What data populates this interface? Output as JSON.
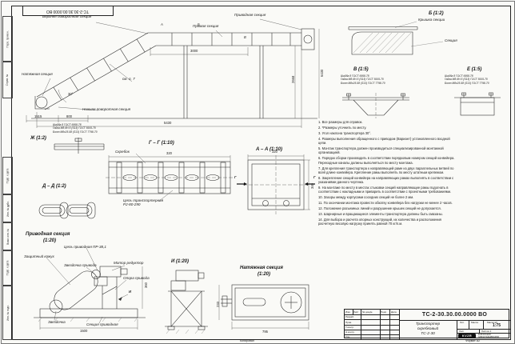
{
  "sheet": {
    "stamp": "ТС-2-30.30.00.0000 ВО",
    "copy_label": "Копировал",
    "format_label": "Формат А2"
  },
  "margin": {
    "perv_primen": "Перв. примен.",
    "sprav_no": "Справ. №",
    "podp_data1": "Подп. и дата",
    "inv_dubl": "Инв. № дубл.",
    "vzam_inv": "Взам. инв. №",
    "podp_data2": "Подп. и дата",
    "inv_podl": "Инв. № подл."
  },
  "main_view": {
    "labels": {
      "upper_turn": "Верхняя поворотная секция",
      "drive": "Приводная секция",
      "straight": "Прямая секция",
      "tension": "Натяжная секция",
      "lower_turn": "Нижняя поворотная секция",
      "see_note": "см. п. 7"
    },
    "markers": {
      "a": "А",
      "b": "Б",
      "v": "В"
    },
    "dims": {
      "top_run": "3000",
      "right_height": "2668",
      "total_height": "6430",
      "total_length": "5430",
      "tail": "1515",
      "tail2": "800",
      "angle": "30°"
    }
  },
  "fastener_spec": {
    "washer": "Шайба 8 ГОСТ 6958-78",
    "nut": "Гайка М8-6Н.5 (S13) ГОСТ 5915-70",
    "bolt": "Болт М8х25-58 (S13) ГОСТ 7798-70"
  },
  "details": {
    "b": {
      "title": "Б (1:2)",
      "cover_label": "Крышка секции",
      "section_label": "Секция"
    },
    "v": {
      "title": "В (1:5)"
    },
    "e": {
      "title": "Е (1:5)"
    },
    "zh": {
      "title": "Ж (1:2)"
    },
    "gg": {
      "title": "Г – Г (1:10)",
      "scraper_label": "Скребок",
      "chain_label_1": "Цепь транспортерная",
      "chain_label_2": "Р2-80-290",
      "dim_width": "320",
      "marker": "Г"
    },
    "aa": {
      "title": "А – А (1:10)",
      "dim_width": "320",
      "dim_height": "340",
      "marker": "Г"
    },
    "dd": {
      "title": "Д – Д (1:2)"
    }
  },
  "drive_view": {
    "title": "Приводная секция",
    "scale": "(1:20)",
    "labels": {
      "drive_chain": "Цепь приводная ПР-38,1",
      "guard": "Защитный кожух",
      "drive_sprocket": "Звездочка привода",
      "motor": "Мотор редуктор",
      "support": "Опора привода",
      "sprocket": "Звездочка",
      "section": "Секция приводная"
    },
    "dims": {
      "length": "1500",
      "height": "360"
    },
    "marker": "И"
  },
  "i_view": {
    "title": "И (1:20)"
  },
  "tension_view": {
    "title": "Натяжная секция",
    "scale": "(1:20)",
    "dims": {
      "length": "795",
      "height": "233"
    }
  },
  "notes": {
    "items": [
      "1. Все размеры для справок.",
      "2. *Размеры уточнить по месту.",
      "3. Угол наклона транспортера 30°.",
      "4. Размеры выполнения обращенного с приводом (Вариант) установленного входной цепи.",
      "5. Монтаж транспортера должен производиться специализированной монтажной организацией.",
      "6. Порядок сборки производить в соответствии порядковым номером секций конвейера. Переходные каналы должны выполняться по месту монтажа.",
      "7. Для крепления транспортера к направляющей раме из двух параллельных ветвей по всей длине конвейера. Крепление рамы выполнять по месту штатным крепежом.",
      "8. Закрепление секций конвейера на направляющих рамах выполнять в соответствии с указаниями данного чертежа.",
      "9. На монтаже по месту в местах стыковки секций направляющие рамы подогнать в соответствии с накладными и приварить в соответствии с проектными требованиями.",
      "10. Зазоры между корпусами соседних секций не более 2 мм.",
      "11. По окончании монтажа провести обкатку конвейера без нагрузки не менее 2 часов.",
      "12. Положение разъемных линий и разрушение крышек секций не допускается.",
      "13. Шарнирные и вращающиеся элементы транспортера должны быть смазаны.",
      "14. Для выбора и расчета опорных конструкций, их количества и расположения расчетную весовую нагрузку принять равной 70 кг/п.м."
    ]
  },
  "title_block": {
    "designation": "ТС-2-30.30.00.0000 ВО",
    "name_line1": "Транспортер",
    "name_line2": "скребковый",
    "name_line3": "ТС-2-30",
    "cols": {
      "izm": "Изм.",
      "list": "Лист",
      "doc": "№ докум.",
      "podp": "Подп.",
      "date": "Дата"
    },
    "rows": {
      "razrab": "Разраб.",
      "prov": "Пров.",
      "tkontr": "Т.контр.",
      "nkontr": "Н.контр.",
      "utv": "Утв."
    },
    "lit": "Лит.",
    "mass": "Масса",
    "scale_label": "Масштаб",
    "scale_value": "1:75",
    "sheet_label": "Лист",
    "sheets_label": "Листов 1",
    "logo_text": "KVZR",
    "company_line1": "КУРГАНСКИЙ",
    "company_line2": "ЗАВОД РЕЗЕРВУАРОВ"
  }
}
